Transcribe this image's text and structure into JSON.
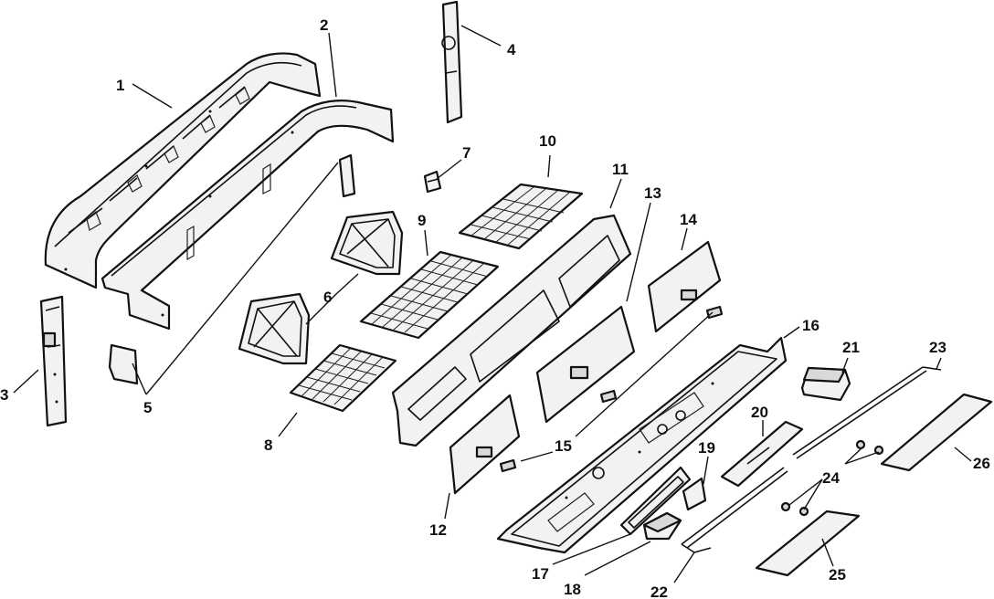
{
  "callouts": [
    {
      "id": "1",
      "text": "1"
    },
    {
      "id": "2",
      "text": "2"
    },
    {
      "id": "3",
      "text": "3"
    },
    {
      "id": "4",
      "text": "4"
    },
    {
      "id": "5",
      "text": "5"
    },
    {
      "id": "6",
      "text": "6"
    },
    {
      "id": "7",
      "text": "7"
    },
    {
      "id": "8",
      "text": "8"
    },
    {
      "id": "9",
      "text": "9"
    },
    {
      "id": "10",
      "text": "10"
    },
    {
      "id": "11",
      "text": "11"
    },
    {
      "id": "12",
      "text": "12"
    },
    {
      "id": "13",
      "text": "13"
    },
    {
      "id": "14",
      "text": "14"
    },
    {
      "id": "15",
      "text": "15"
    },
    {
      "id": "16",
      "text": "16"
    },
    {
      "id": "17",
      "text": "17"
    },
    {
      "id": "18",
      "text": "18"
    },
    {
      "id": "19",
      "text": "19"
    },
    {
      "id": "20",
      "text": "20"
    },
    {
      "id": "21",
      "text": "21"
    },
    {
      "id": "22",
      "text": "22"
    },
    {
      "id": "23",
      "text": "23"
    },
    {
      "id": "24",
      "text": "24"
    },
    {
      "id": "25",
      "text": "25"
    },
    {
      "id": "26",
      "text": "26"
    }
  ]
}
